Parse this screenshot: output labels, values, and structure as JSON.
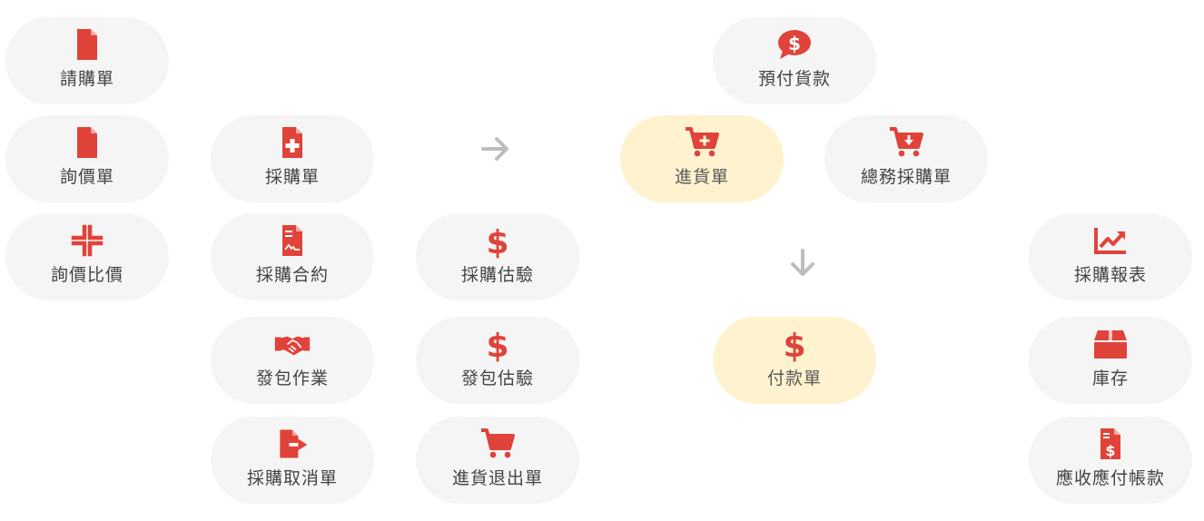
{
  "colors": {
    "icon": "#e0433a",
    "node_bg": "#f5f5f5",
    "highlight_bg": "#fff3cf",
    "arrow": "#bdbdbd",
    "text": "#444444"
  },
  "nodes": {
    "request": {
      "label": "請購單",
      "icon": "file-icon"
    },
    "inquiry": {
      "label": "詢價單",
      "icon": "file-icon"
    },
    "compare": {
      "label": "詢價比價",
      "icon": "compress-icon"
    },
    "po": {
      "label": "採購單",
      "icon": "file-medical-icon"
    },
    "contract": {
      "label": "採購合約",
      "icon": "file-contract-icon"
    },
    "outsrc": {
      "label": "發包作業",
      "icon": "handshake-icon"
    },
    "cancel": {
      "label": "採購取消單",
      "icon": "file-export-icon"
    },
    "pval": {
      "label": "採購估驗",
      "icon": "dollar-icon"
    },
    "oval": {
      "label": "發包估驗",
      "icon": "dollar-icon"
    },
    "return": {
      "label": "進貨退出單",
      "icon": "cart-icon"
    },
    "prepay": {
      "label": "預付貨款",
      "icon": "comment-dollar-icon"
    },
    "receipt": {
      "label": "進貨單",
      "icon": "cart-plus-icon"
    },
    "general": {
      "label": "總務採購單",
      "icon": "cart-download-icon"
    },
    "payment": {
      "label": "付款單",
      "icon": "dollar-icon"
    },
    "report": {
      "label": "採購報表",
      "icon": "chart-line-icon"
    },
    "stock": {
      "label": "庫存",
      "icon": "box-icon"
    },
    "ledger": {
      "label": "應收應付帳款",
      "icon": "file-invoice-dollar-icon"
    }
  },
  "highlighted": [
    "receipt",
    "payment"
  ],
  "arrows": [
    {
      "name": "arrow-right",
      "direction": "right"
    },
    {
      "name": "arrow-down",
      "direction": "down"
    }
  ]
}
